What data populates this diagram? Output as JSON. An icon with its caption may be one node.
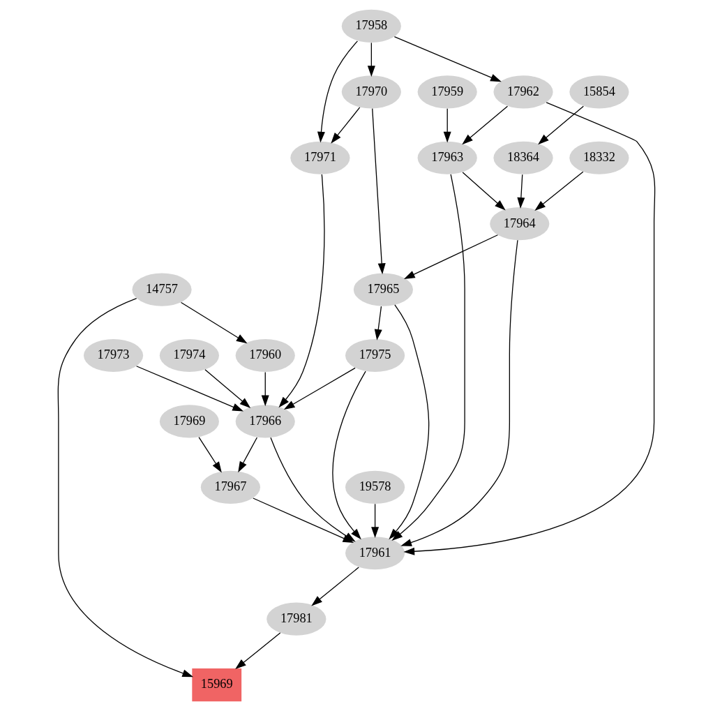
{
  "diagram": {
    "nodes": [
      {
        "text": [
          "17958"
        ]
      },
      {
        "text": [
          "17970"
        ]
      },
      {
        "text": [
          "17959"
        ]
      },
      {
        "text": [
          "17962"
        ]
      },
      {
        "text": [
          "15854"
        ]
      },
      {
        "text": [
          "17971"
        ]
      },
      {
        "text": [
          "17963"
        ]
      },
      {
        "text": [
          "18364"
        ]
      },
      {
        "text": [
          "18332"
        ]
      },
      {
        "text": [
          "17964"
        ]
      },
      {
        "text": [
          "14757"
        ]
      },
      {
        "text": [
          "17965"
        ]
      },
      {
        "text": [
          "17974"
        ]
      },
      {
        "text": [
          "17973"
        ]
      },
      {
        "text": [
          "17960"
        ]
      },
      {
        "text": [
          "17975"
        ]
      },
      {
        "text": [
          "17969"
        ]
      },
      {
        "text": [
          "17966"
        ]
      },
      {
        "text": [
          "17967"
        ]
      },
      {
        "text": [
          "19578"
        ]
      },
      {
        "text": [
          "17961"
        ]
      },
      {
        "text": [
          "17981"
        ]
      },
      {
        "text": [
          "15969"
        ]
      }
    ],
    "edges": [
      {
        "from": 0,
        "to": 1,
        "arrow": "to"
      },
      {
        "from": 0,
        "to": 5,
        "arrow": "to"
      },
      {
        "from": 0,
        "to": 3,
        "arrow": "to"
      },
      {
        "from": 1,
        "to": 5,
        "arrow": "to"
      },
      {
        "from": 1,
        "to": 11,
        "arrow": "to"
      },
      {
        "from": 2,
        "to": 6,
        "arrow": "to"
      },
      {
        "from": 3,
        "to": 6,
        "arrow": "to"
      },
      {
        "from": 3,
        "to": 20,
        "arrow": "to"
      },
      {
        "from": 4,
        "to": 7,
        "arrow": "to"
      },
      {
        "from": 6,
        "to": 9,
        "arrow": "to"
      },
      {
        "from": 6,
        "to": 20,
        "arrow": "to"
      },
      {
        "from": 7,
        "to": 9,
        "arrow": "to"
      },
      {
        "from": 8,
        "to": 9,
        "arrow": "to"
      },
      {
        "from": 9,
        "to": 11,
        "arrow": "to"
      },
      {
        "from": 9,
        "to": 20,
        "arrow": "to"
      },
      {
        "from": 5,
        "to": 17,
        "arrow": "to"
      },
      {
        "from": 10,
        "to": 14,
        "arrow": "to"
      },
      {
        "from": 10,
        "to": 22,
        "arrow": "to"
      },
      {
        "from": 11,
        "to": 15,
        "arrow": "to"
      },
      {
        "from": 11,
        "to": 20,
        "arrow": "to"
      },
      {
        "from": 12,
        "to": 17,
        "arrow": "to"
      },
      {
        "from": 13,
        "to": 17,
        "arrow": "to"
      },
      {
        "from": 14,
        "to": 17,
        "arrow": "to"
      },
      {
        "from": 15,
        "to": 17,
        "arrow": "to"
      },
      {
        "from": 15,
        "to": 20,
        "arrow": "to"
      },
      {
        "from": 16,
        "to": 18,
        "arrow": "to"
      },
      {
        "from": 17,
        "to": 18,
        "arrow": "to"
      },
      {
        "from": 17,
        "to": 20,
        "arrow": "to"
      },
      {
        "from": 18,
        "to": 20,
        "arrow": "to"
      },
      {
        "from": 19,
        "to": 20,
        "arrow": "to"
      },
      {
        "from": 20,
        "to": 21,
        "arrow": "to"
      },
      {
        "from": 21,
        "to": 22,
        "arrow": "to"
      }
    ]
  }
}
